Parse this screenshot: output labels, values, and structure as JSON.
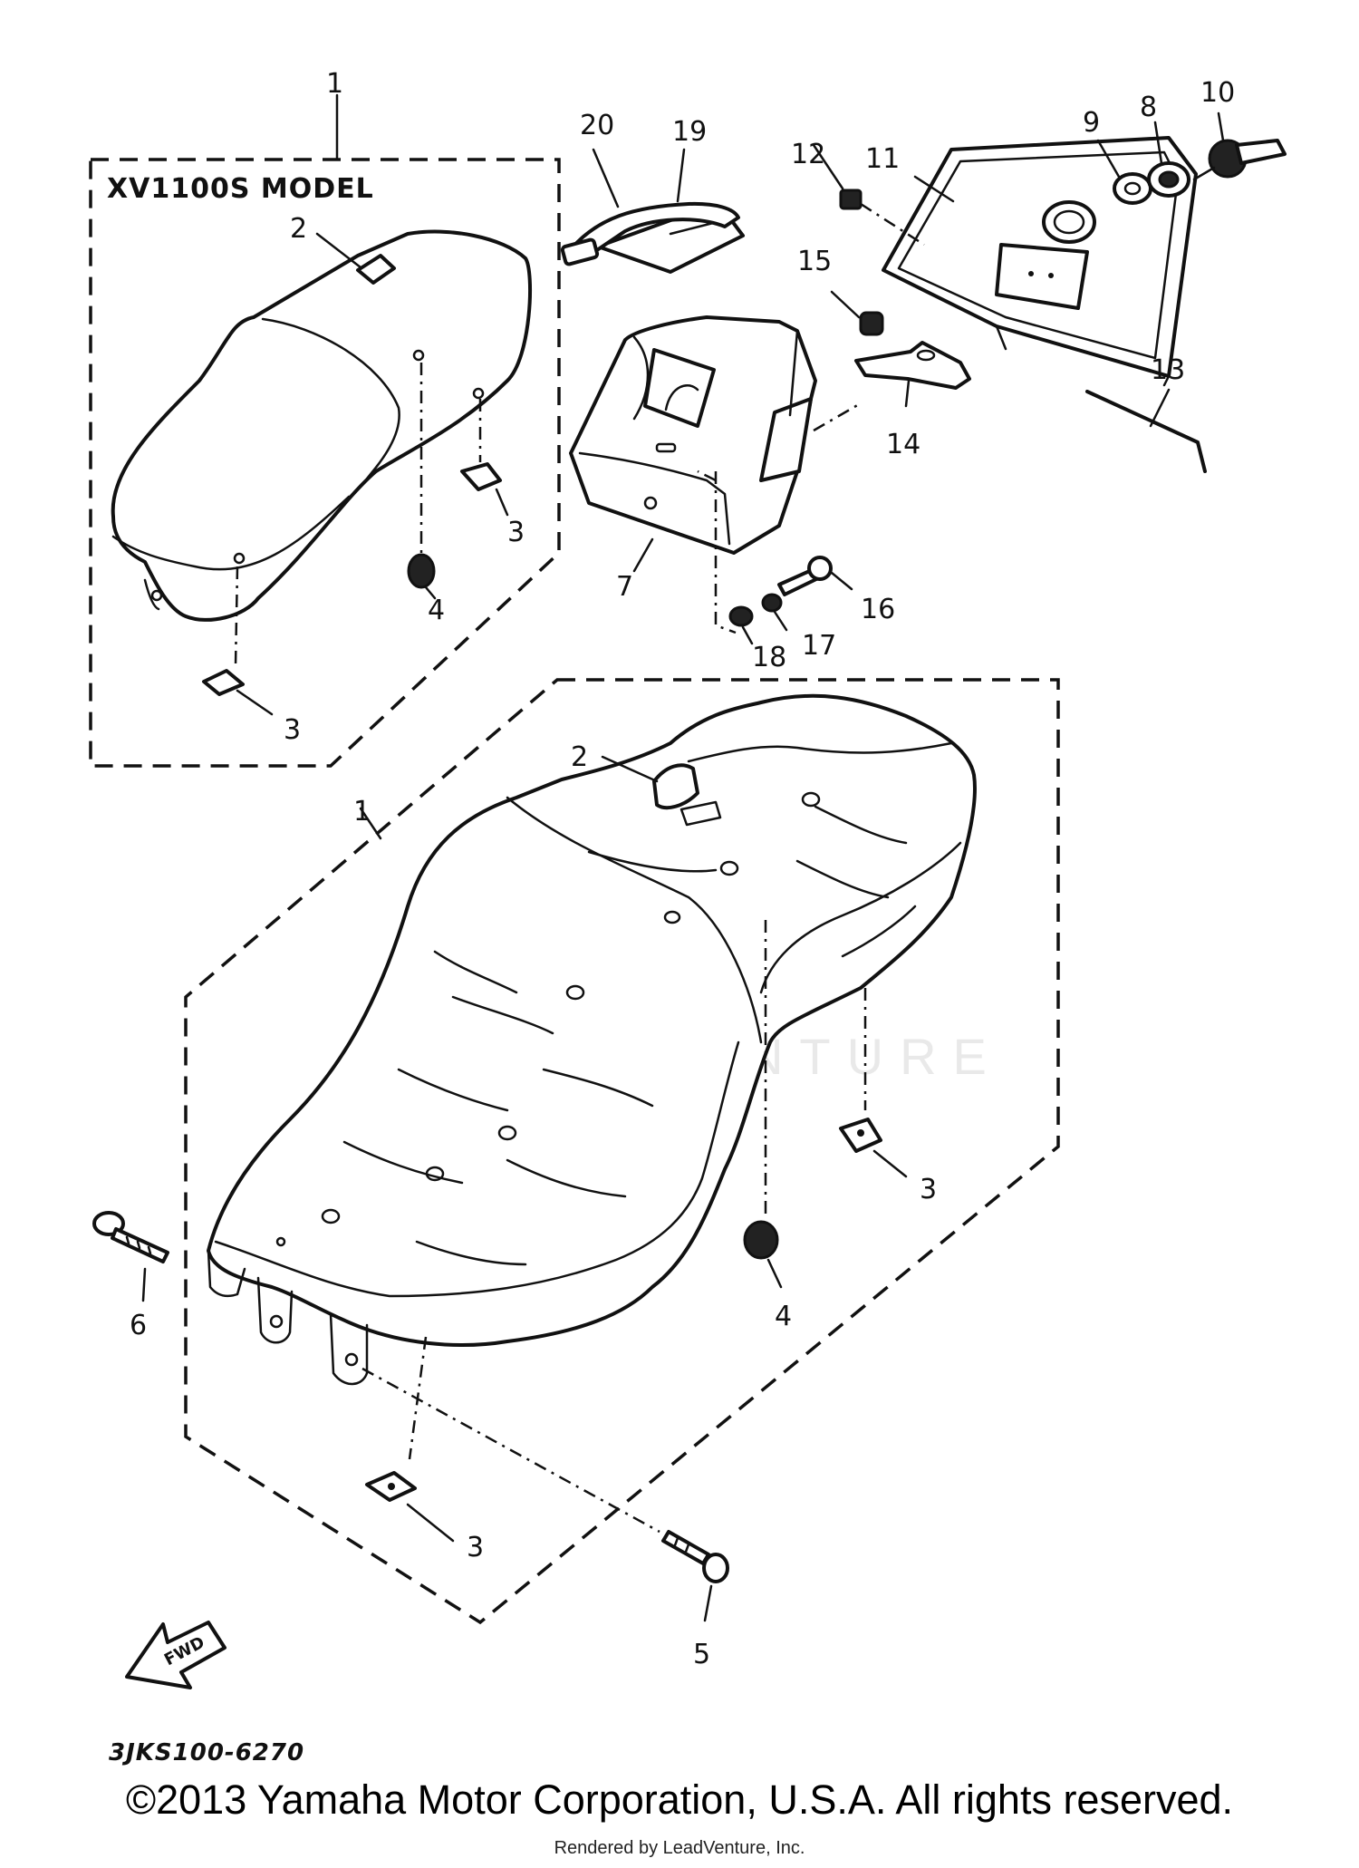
{
  "diagram": {
    "model_label": "XV1100S MODEL",
    "reference_code": "3JKS100-6270",
    "fwd_label": "FWD",
    "watermark_text": "LEADVENTURE",
    "callouts": {
      "inset_seat": "1",
      "inset_emblem": "2",
      "inset_bracket_right": "3",
      "inset_damper": "4",
      "inset_bracket_front": "3",
      "main_seat": "1",
      "main_emblem": "2",
      "main_bracket_right": "3",
      "main_damper": "4",
      "main_bolt_lower": "5",
      "main_bolt_left": "6",
      "main_bracket_lower": "3",
      "cover": "7",
      "washer_a": "8",
      "washer_b": "9",
      "lock": "10",
      "box": "11",
      "nut_box": "12",
      "rod": "13",
      "plate": "14",
      "nut_plate": "15",
      "bolt_cover": "16",
      "collar": "17",
      "washer_cover": "18",
      "strap": "19",
      "strap_plate": "20"
    }
  },
  "footer": {
    "copyright": "©2013 Yamaha Motor Corporation, U.S.A. All rights reserved.",
    "rendered_by": "Rendered by LeadVenture, Inc."
  }
}
